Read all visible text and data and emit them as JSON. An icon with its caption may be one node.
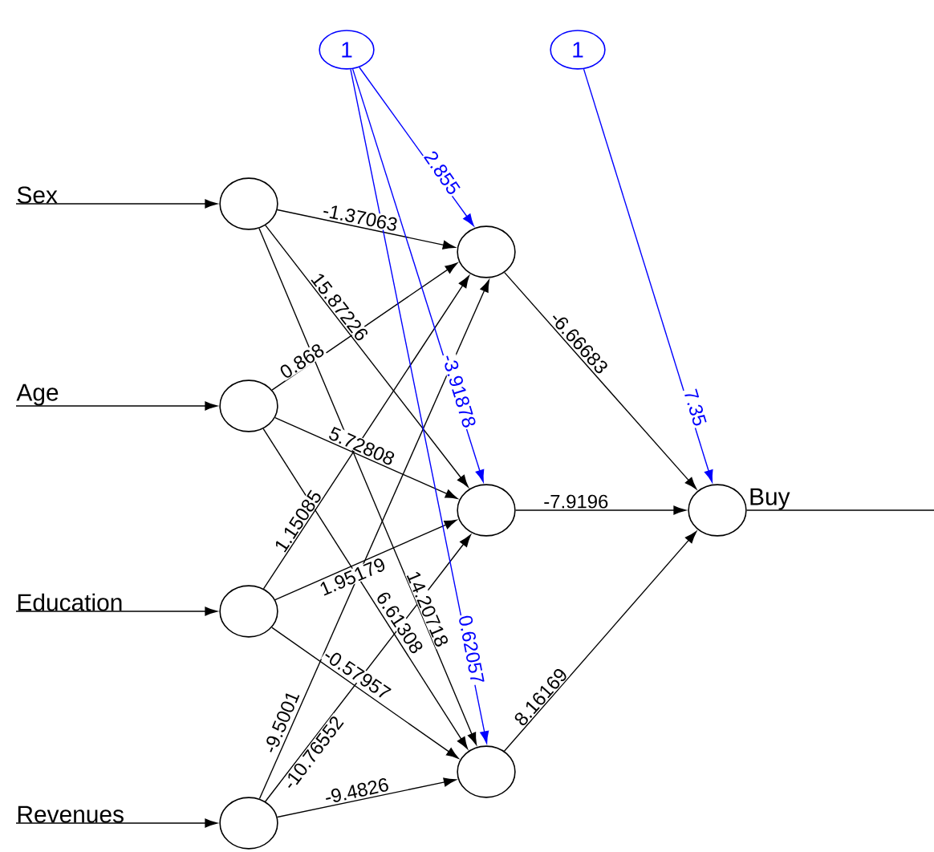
{
  "diagram": {
    "nodes": [
      {
        "text": [
          "1"
        ]
      },
      {
        "text": [
          "1"
        ]
      },
      {
        "text": [
          "Sex"
        ]
      },
      {
        "text": [
          "Age"
        ]
      },
      {
        "text": [
          "Education"
        ]
      },
      {
        "text": [
          "Revenues"
        ]
      },
      {
        "text": [],
        "shape": "circle"
      },
      {
        "text": [],
        "shape": "circle"
      },
      {
        "text": [],
        "shape": "circle"
      },
      {
        "text": [],
        "shape": "circle"
      },
      {
        "text": [],
        "shape": "circle"
      },
      {
        "text": [],
        "shape": "circle"
      },
      {
        "text": [],
        "shape": "circle"
      },
      {
        "text": [],
        "shape": "circle",
        "beside": [
          "Buy"
        ]
      }
    ],
    "edges": [
      {
        "from": 2,
        "to": 6,
        "arrow": "to"
      },
      {
        "from": 3,
        "to": 7,
        "arrow": "to"
      },
      {
        "from": 4,
        "to": 8,
        "arrow": "to"
      },
      {
        "from": 5,
        "to": 9,
        "arrow": "to"
      },
      {
        "from": 6,
        "to": 10,
        "arrow": "to",
        "label": "-1.37063"
      },
      {
        "from": 6,
        "to": 11,
        "arrow": "to",
        "label": "15.87226"
      },
      {
        "from": 6,
        "to": 12,
        "arrow": "to",
        "label": "14.20718"
      },
      {
        "from": 7,
        "to": 10,
        "arrow": "to",
        "label": "0.868"
      },
      {
        "from": 7,
        "to": 11,
        "arrow": "to",
        "label": "5.72808"
      },
      {
        "from": 7,
        "to": 12,
        "arrow": "to",
        "label": "6.61308"
      },
      {
        "from": 8,
        "to": 10,
        "arrow": "to",
        "label": "1.15085"
      },
      {
        "from": 8,
        "to": 11,
        "arrow": "to",
        "label": "1.95179"
      },
      {
        "from": 8,
        "to": 12,
        "arrow": "to",
        "label": "-0.57957"
      },
      {
        "from": 9,
        "to": 10,
        "arrow": "to",
        "label": "-9.5001"
      },
      {
        "from": 9,
        "to": 11,
        "arrow": "to",
        "label": "-10.76552"
      },
      {
        "from": 9,
        "to": 12,
        "arrow": "to",
        "label": "-9.4826"
      },
      {
        "from": 0,
        "to": 10,
        "arrow": "to",
        "label": "2.855",
        "color": "#0000ff"
      },
      {
        "from": 0,
        "to": 11,
        "arrow": "to",
        "label": "-3.91878",
        "color": "#0000ff"
      },
      {
        "from": 0,
        "to": 12,
        "arrow": "to",
        "label": "0.62057",
        "color": "#0000ff"
      },
      {
        "from": 10,
        "to": 13,
        "arrow": "to",
        "label": "-6.66683"
      },
      {
        "from": 11,
        "to": 13,
        "arrow": "to",
        "label": "-7.9196"
      },
      {
        "from": 12,
        "to": 13,
        "arrow": "to",
        "label": "8.16169"
      },
      {
        "from": 1,
        "to": 13,
        "arrow": "to",
        "label": "7.35",
        "color": "#0000ff"
      },
      {
        "from": 13,
        "to": null,
        "arrow": "none"
      }
    ]
  }
}
